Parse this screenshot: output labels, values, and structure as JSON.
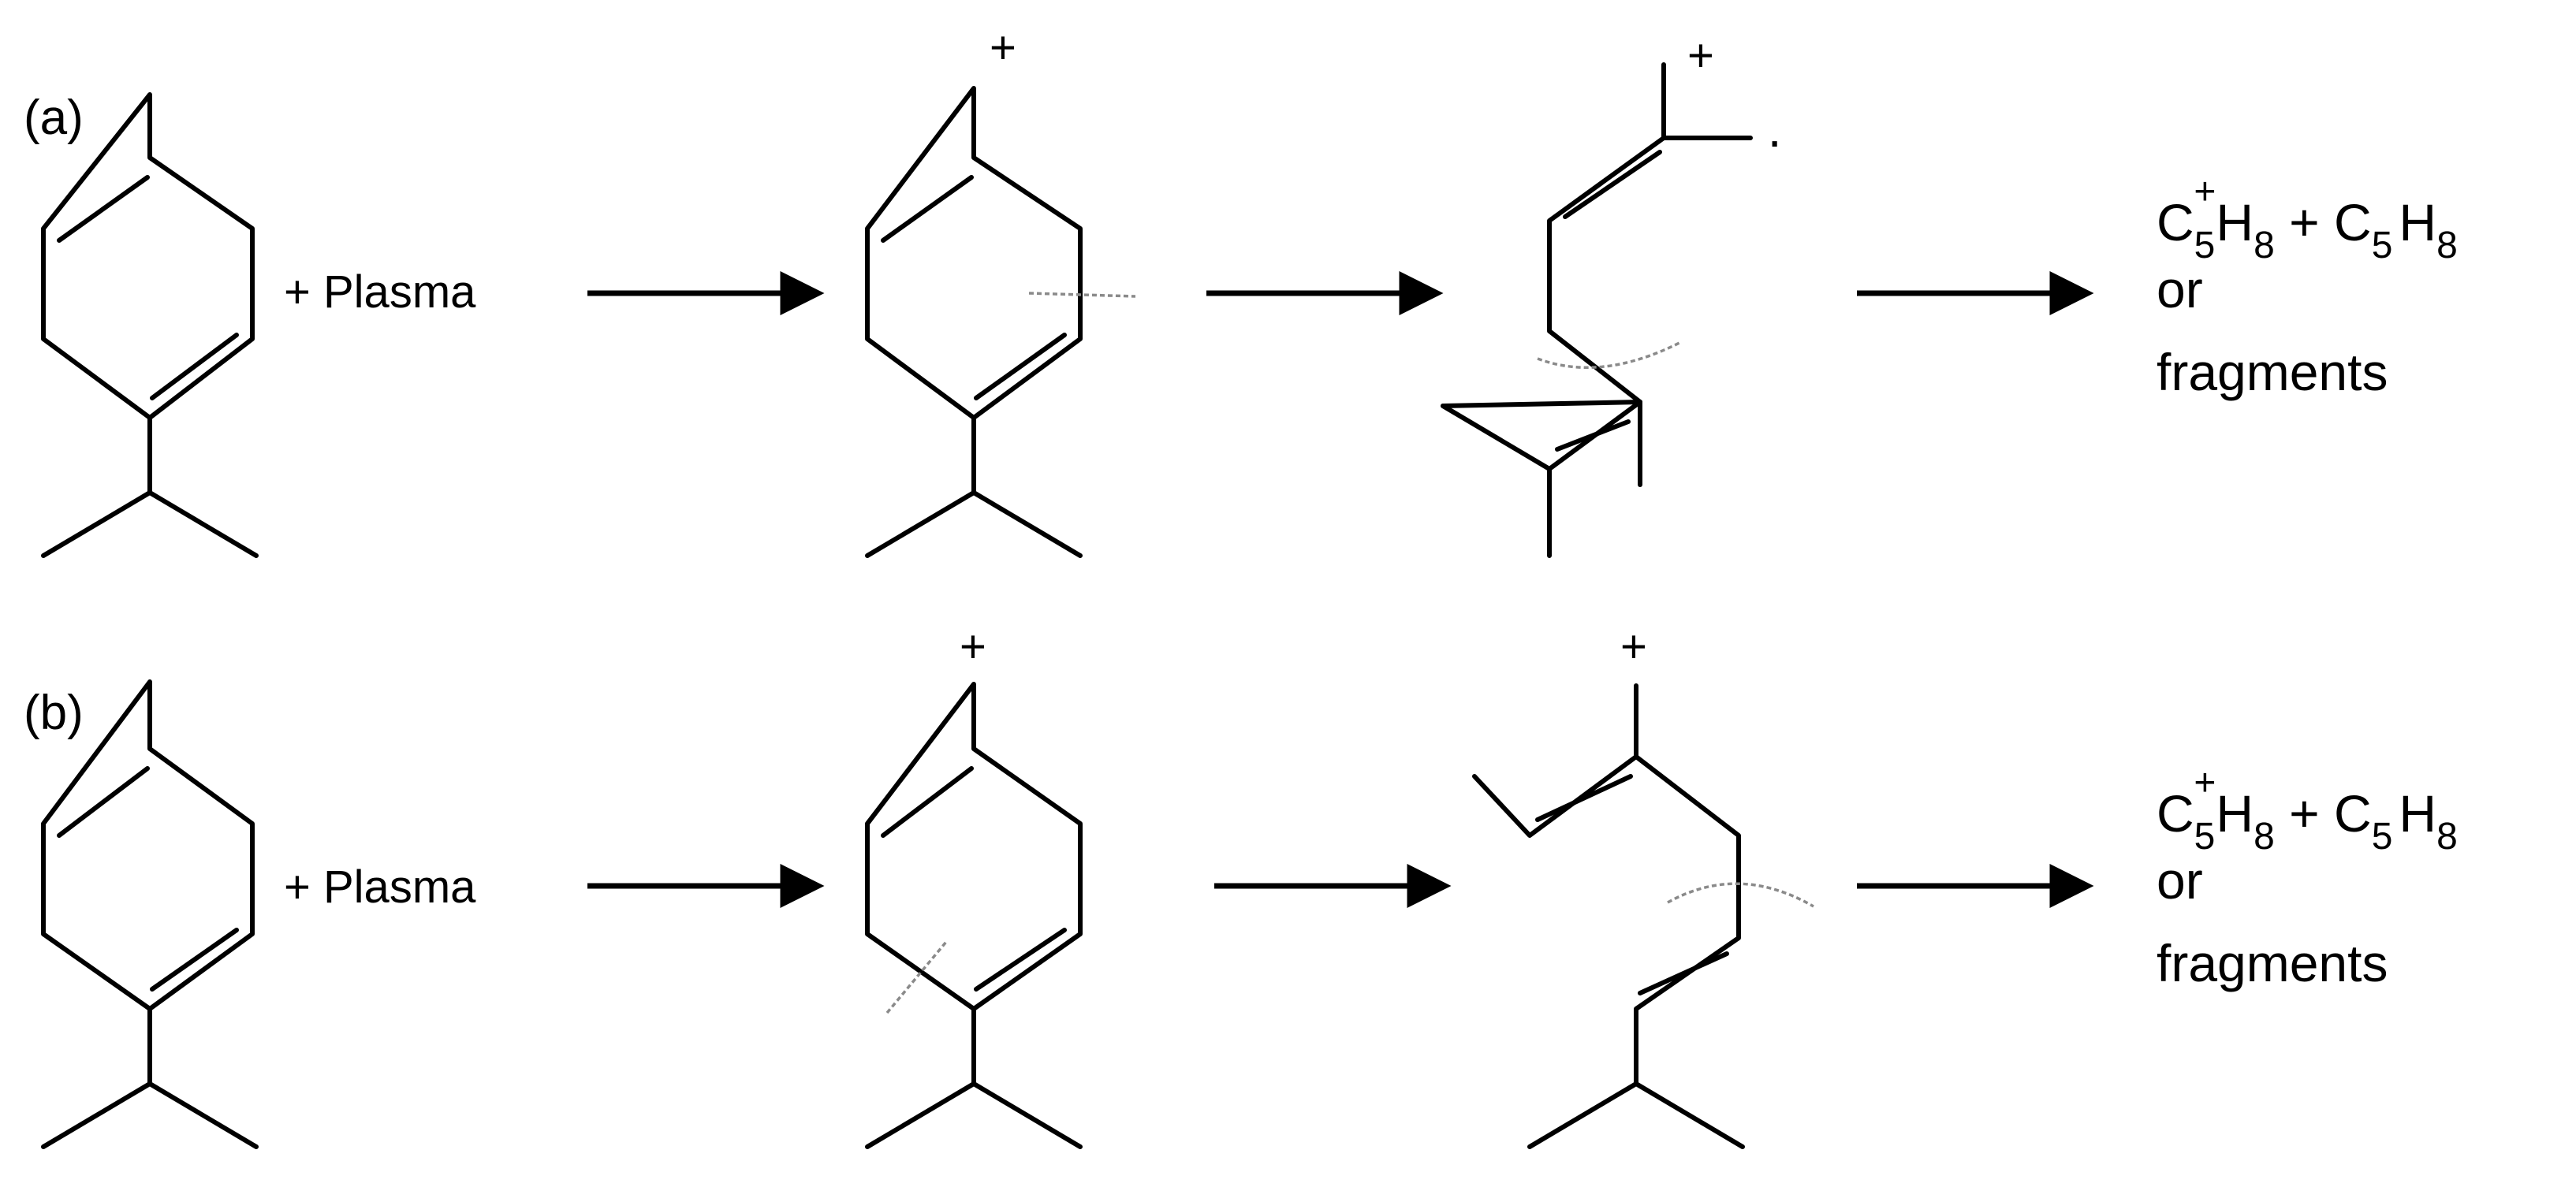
{
  "rows": [
    {
      "label": "(a)",
      "reagent": "+ Plasma",
      "charge_1": "+",
      "charge_2": "+",
      "radical": "·",
      "product": {
        "c1": "C",
        "c1_sub": "5",
        "c1_sup": "+",
        "h1": "H",
        "h1_sub": "8",
        "plus": "+",
        "c2": "C",
        "c2_sub": "5",
        "h2": "H",
        "h2_sub": "8",
        "line2": "or",
        "line3": "fragments"
      }
    },
    {
      "label": "(b)",
      "reagent": "+ Plasma",
      "charge_1": "+",
      "charge_2": "+",
      "product": {
        "c1": "C",
        "c1_sub": "5",
        "c1_sup": "+",
        "h1": "H",
        "h1_sub": "8",
        "plus": "+",
        "c2": "C",
        "c2_sub": "5",
        "h2": "H",
        "h2_sub": "8",
        "line2": "or",
        "line3": "fragments"
      }
    }
  ],
  "colors": {
    "ink": "#000000",
    "cut_line": "#8a8a8a",
    "background": "#ffffff"
  }
}
